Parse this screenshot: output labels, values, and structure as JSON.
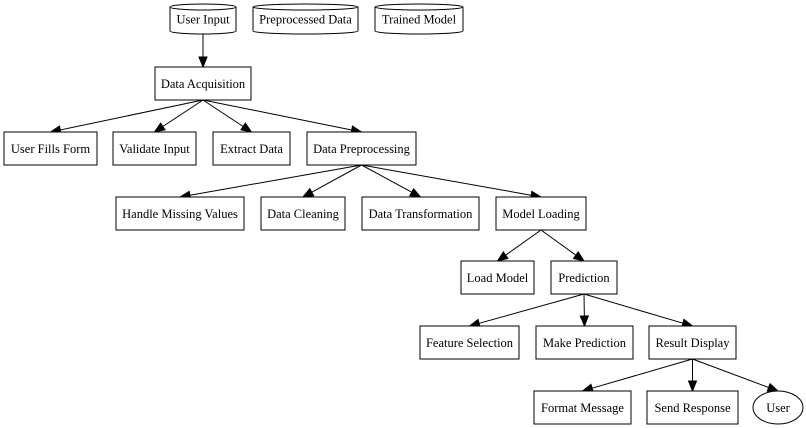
{
  "nodes": [
    {
      "id": "user-input",
      "label": "User Input",
      "shape": "cylinder"
    },
    {
      "id": "preprocessed-data",
      "label": "Preprocessed Data",
      "shape": "cylinder"
    },
    {
      "id": "trained-model",
      "label": "Trained Model",
      "shape": "cylinder"
    },
    {
      "id": "data-acquisition",
      "label": "Data Acquisition",
      "shape": "box"
    },
    {
      "id": "user-fills-form",
      "label": "User Fills Form",
      "shape": "box"
    },
    {
      "id": "validate-input",
      "label": "Validate Input",
      "shape": "box"
    },
    {
      "id": "extract-data",
      "label": "Extract Data",
      "shape": "box"
    },
    {
      "id": "data-preprocessing",
      "label": "Data Preprocessing",
      "shape": "box"
    },
    {
      "id": "handle-missing-values",
      "label": "Handle Missing Values",
      "shape": "box"
    },
    {
      "id": "data-cleaning",
      "label": "Data Cleaning",
      "shape": "box"
    },
    {
      "id": "data-transformation",
      "label": "Data Transformation",
      "shape": "box"
    },
    {
      "id": "model-loading",
      "label": "Model Loading",
      "shape": "box"
    },
    {
      "id": "load-model",
      "label": "Load Model",
      "shape": "box"
    },
    {
      "id": "prediction",
      "label": "Prediction",
      "shape": "box"
    },
    {
      "id": "feature-selection",
      "label": "Feature Selection",
      "shape": "box"
    },
    {
      "id": "make-prediction",
      "label": "Make Prediction",
      "shape": "box"
    },
    {
      "id": "result-display",
      "label": "Result Display",
      "shape": "box"
    },
    {
      "id": "format-message",
      "label": "Format Message",
      "shape": "box"
    },
    {
      "id": "send-response",
      "label": "Send Response",
      "shape": "box"
    },
    {
      "id": "user",
      "label": "User",
      "shape": "ellipse"
    }
  ],
  "edges": [
    {
      "from": "user-input",
      "to": "data-acquisition"
    },
    {
      "from": "data-acquisition",
      "to": "user-fills-form"
    },
    {
      "from": "data-acquisition",
      "to": "validate-input"
    },
    {
      "from": "data-acquisition",
      "to": "extract-data"
    },
    {
      "from": "data-acquisition",
      "to": "data-preprocessing"
    },
    {
      "from": "data-preprocessing",
      "to": "handle-missing-values"
    },
    {
      "from": "data-preprocessing",
      "to": "data-cleaning"
    },
    {
      "from": "data-preprocessing",
      "to": "data-transformation"
    },
    {
      "from": "data-preprocessing",
      "to": "model-loading"
    },
    {
      "from": "model-loading",
      "to": "load-model"
    },
    {
      "from": "model-loading",
      "to": "prediction"
    },
    {
      "from": "prediction",
      "to": "feature-selection"
    },
    {
      "from": "prediction",
      "to": "make-prediction"
    },
    {
      "from": "prediction",
      "to": "result-display"
    },
    {
      "from": "result-display",
      "to": "format-message"
    },
    {
      "from": "result-display",
      "to": "send-response"
    },
    {
      "from": "result-display",
      "to": "user"
    }
  ]
}
